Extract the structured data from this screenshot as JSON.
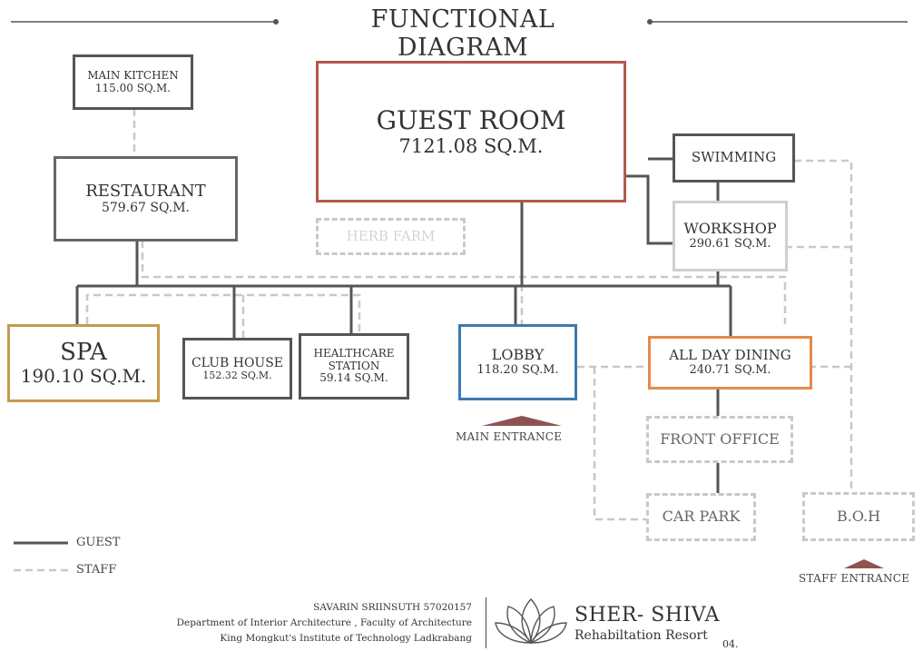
{
  "title": "FUNCTIONAL DIAGRAM",
  "colors": {
    "guest_line": "#555555",
    "staff_line": "#c8c8c8",
    "guest_room": "#b5584a",
    "spa": "#c49a4e",
    "lobby": "#3d79b0",
    "all_day_dining": "#e6894a",
    "entrance_arrow": "#8f5252"
  },
  "nodes": {
    "main_kitchen": {
      "name": "MAIN KITCHEN",
      "area": "115.00 SQ.M."
    },
    "restaurant": {
      "name": "RESTAURANT",
      "area": "579.67 SQ.M."
    },
    "guest_room": {
      "name": "GUEST ROOM",
      "area": "7121.08 SQ.M."
    },
    "herb_farm": {
      "name": "HERB FARM"
    },
    "swimming": {
      "name": "SWIMMING"
    },
    "workshop": {
      "name": "WORKSHOP",
      "area": "290.61 SQ.M."
    },
    "spa": {
      "name": "SPA",
      "area": "190.10 SQ.M."
    },
    "club_house": {
      "name": "CLUB HOUSE",
      "area": "152.32 SQ.M."
    },
    "healthcare": {
      "name": "HEALTHCARE STATION",
      "area": "59.14 SQ.M."
    },
    "lobby": {
      "name": "LOBBY",
      "area": "118.20 SQ.M."
    },
    "all_day_dining": {
      "name": "ALL DAY DINING",
      "area": "240.71 SQ.M."
    },
    "front_office": {
      "name": "FRONT OFFICE"
    },
    "car_park": {
      "name": "CAR PARK"
    },
    "boh": {
      "name": "B.O.H"
    }
  },
  "entrances": {
    "main": "MAIN ENTRANCE",
    "staff": "STAFF ENTRANCE"
  },
  "legend": {
    "guest": "GUEST",
    "staff": "STAFF"
  },
  "footer": {
    "author": "SAVARIN SRIINSUTH  57020157",
    "department": "Department of Interior Architecture , Faculty of Architecture",
    "institute": "King Mongkut's Institute of Technology Ladkrabang",
    "brand": "SHER- SHIVA",
    "brand_sub": "Rehabiltation Resort",
    "page": "04."
  }
}
